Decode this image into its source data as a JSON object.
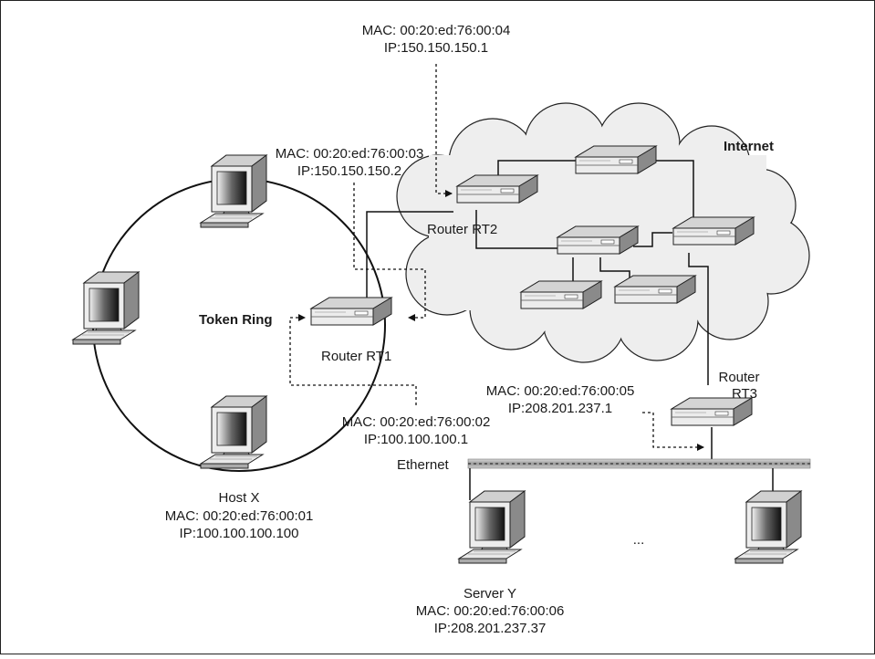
{
  "title": "",
  "labels": {
    "internet": "Internet",
    "token_ring": "Token Ring",
    "ethernet": "Ethernet",
    "ellipsis": "...",
    "router_rt1": "Router RT1",
    "router_rt2": "Router RT2",
    "router_rt3_line1": "Router",
    "router_rt3_line2": "RT3",
    "host_x": "Host X",
    "server_y": "Server Y"
  },
  "addresses": {
    "rt2_internet": {
      "mac": "MAC: 00:20:ed:76:00:04",
      "ip": "IP:150.150.150.1"
    },
    "rt1_upper": {
      "mac": "MAC: 00:20:ed:76:00:03",
      "ip": "IP:150.150.150.2"
    },
    "rt1_lower": {
      "mac": "MAC: 00:20:ed:76:00:02",
      "ip": "IP:100.100.100.1"
    },
    "rt3": {
      "mac": "MAC: 00:20:ed:76:00:05",
      "ip": "IP:208.201.237.1"
    },
    "host_x": {
      "mac": "MAC: 00:20:ed:76:00:01",
      "ip": "IP:100.100.100.100"
    },
    "server_y": {
      "mac": "MAC: 00:20:ed:76:00:06",
      "ip": "IP:208.201.237.37"
    }
  },
  "colors": {
    "stroke": "#111111",
    "cloud_fill": "#eeeeee",
    "ethernet_bar": "#b5b5b5"
  }
}
